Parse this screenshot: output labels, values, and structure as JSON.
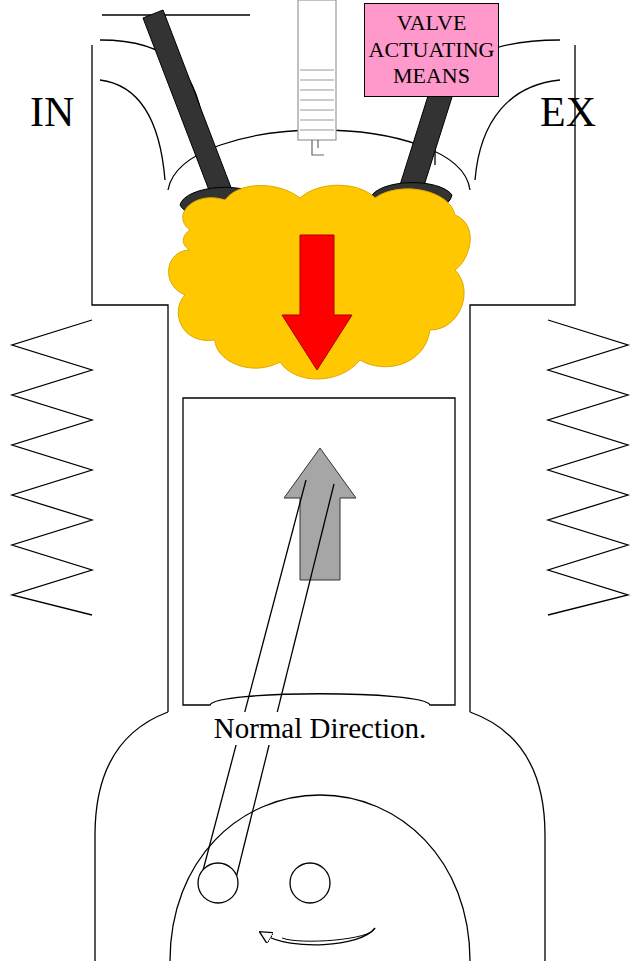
{
  "diagram": {
    "nodes": [
      {
        "text": [
          "VALVE ACTUATING MEANS"
        ]
      }
    ],
    "labels": [
      "IN",
      "EX",
      "Normal Direction."
    ]
  }
}
